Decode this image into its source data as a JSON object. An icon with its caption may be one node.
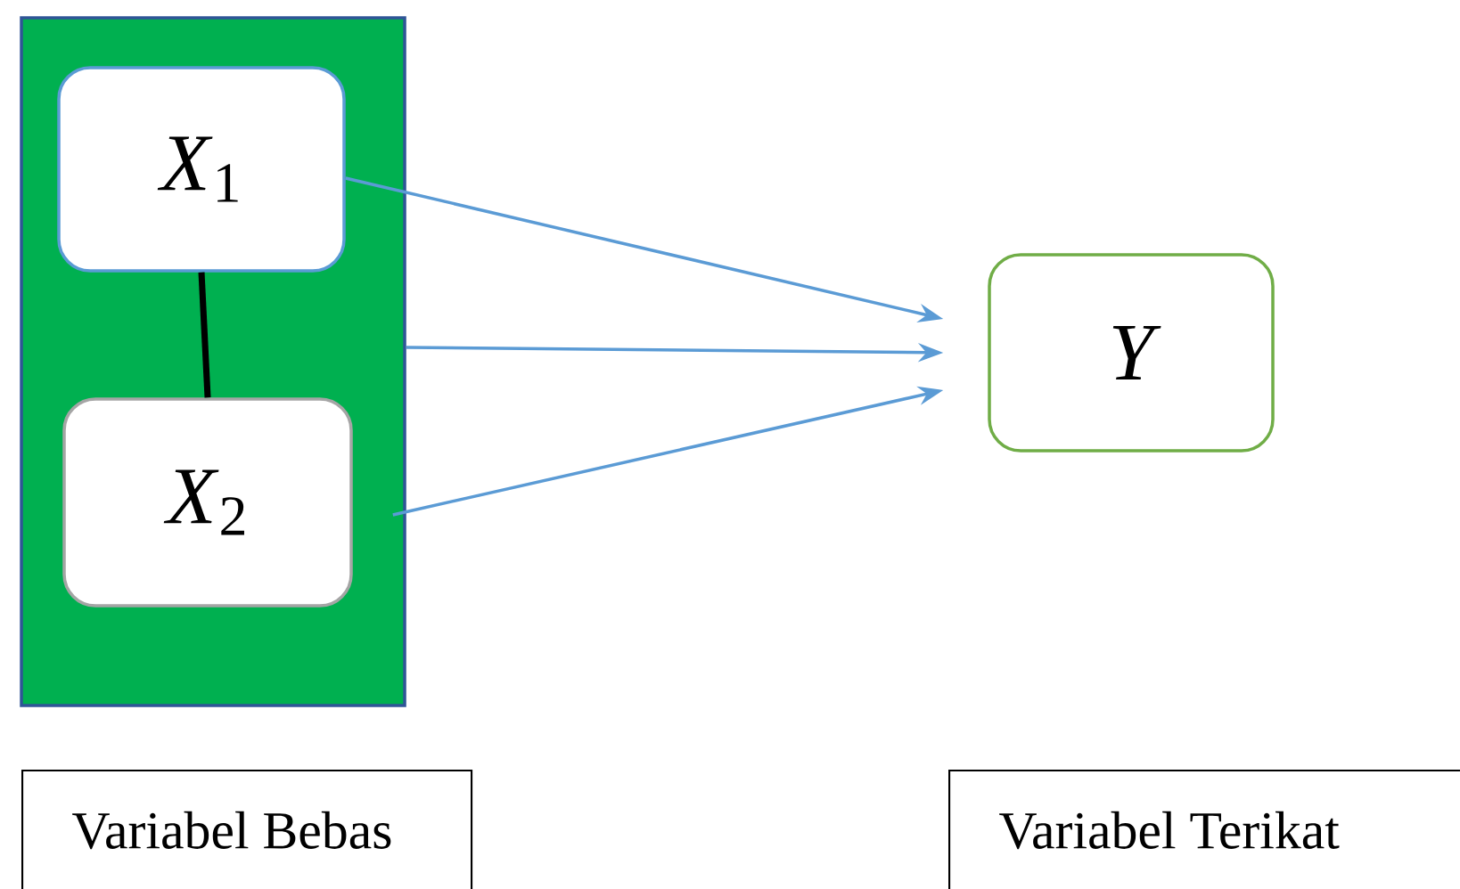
{
  "diagram": {
    "nodes": [
      {
        "text": [],
        "shape": "box"
      },
      {
        "text": [
          "*X*$_{1}$"
        ],
        "in": 0
      },
      {
        "text": [
          "*X*$_{2}$"
        ],
        "in": 0
      },
      {
        "text": [
          "Y"
        ]
      },
      {
        "text": [
          "Variabel Bebas"
        ]
      },
      {
        "text": [
          "Variabel Terikat"
        ]
      }
    ],
    "edges": [
      {
        "from": 1,
        "to": 2,
        "arrow": "none",
        "style": "thick",
        "color": "#000000"
      },
      {
        "from": 1,
        "to": 3,
        "arrow": "to"
      },
      {
        "from": 0,
        "to": 3,
        "arrow": "to"
      },
      {
        "from": 2,
        "to": 3,
        "arrow": "to"
      }
    ]
  }
}
